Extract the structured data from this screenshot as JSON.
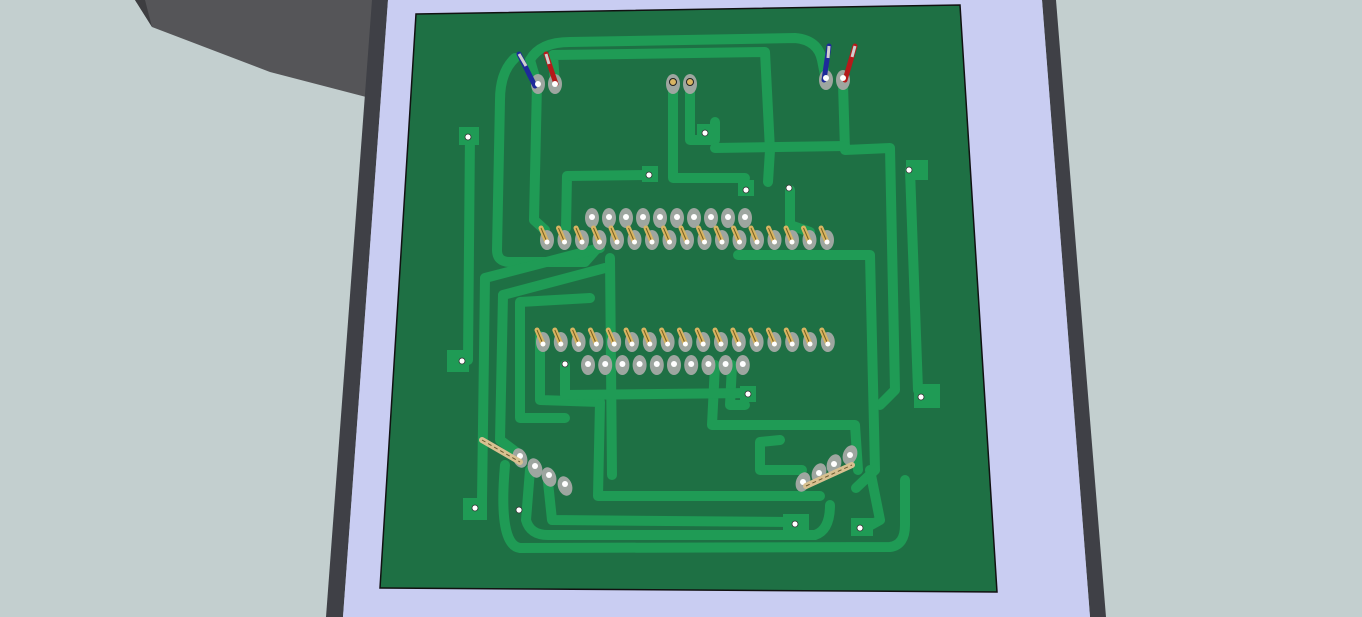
{
  "scene": {
    "colors": {
      "background": "#c3cfcf",
      "enclosure_body": "#c9cdf2",
      "enclosure_edge": "#3f4046",
      "corner_block": "#5a5a5a",
      "pcb": "#1e7044",
      "trace": "#1f9b55",
      "pad": "#9ea6a0",
      "hole": "#ffffff",
      "pin_gold": "#d8b562",
      "wire_red": "#b51a1a",
      "wire_blue": "#1e2a9a"
    },
    "components": {
      "headers": [
        {
          "name": "upper-header",
          "pin_rows": 2,
          "pins_top_row": 10,
          "pins_bottom_row": 17
        },
        {
          "name": "lower-header",
          "pin_rows": 2,
          "pins_top_row": 17,
          "pins_bottom_row": 10
        }
      ],
      "wire_pairs": 2,
      "small_connectors": 3,
      "mounting_holes": 13
    }
  }
}
